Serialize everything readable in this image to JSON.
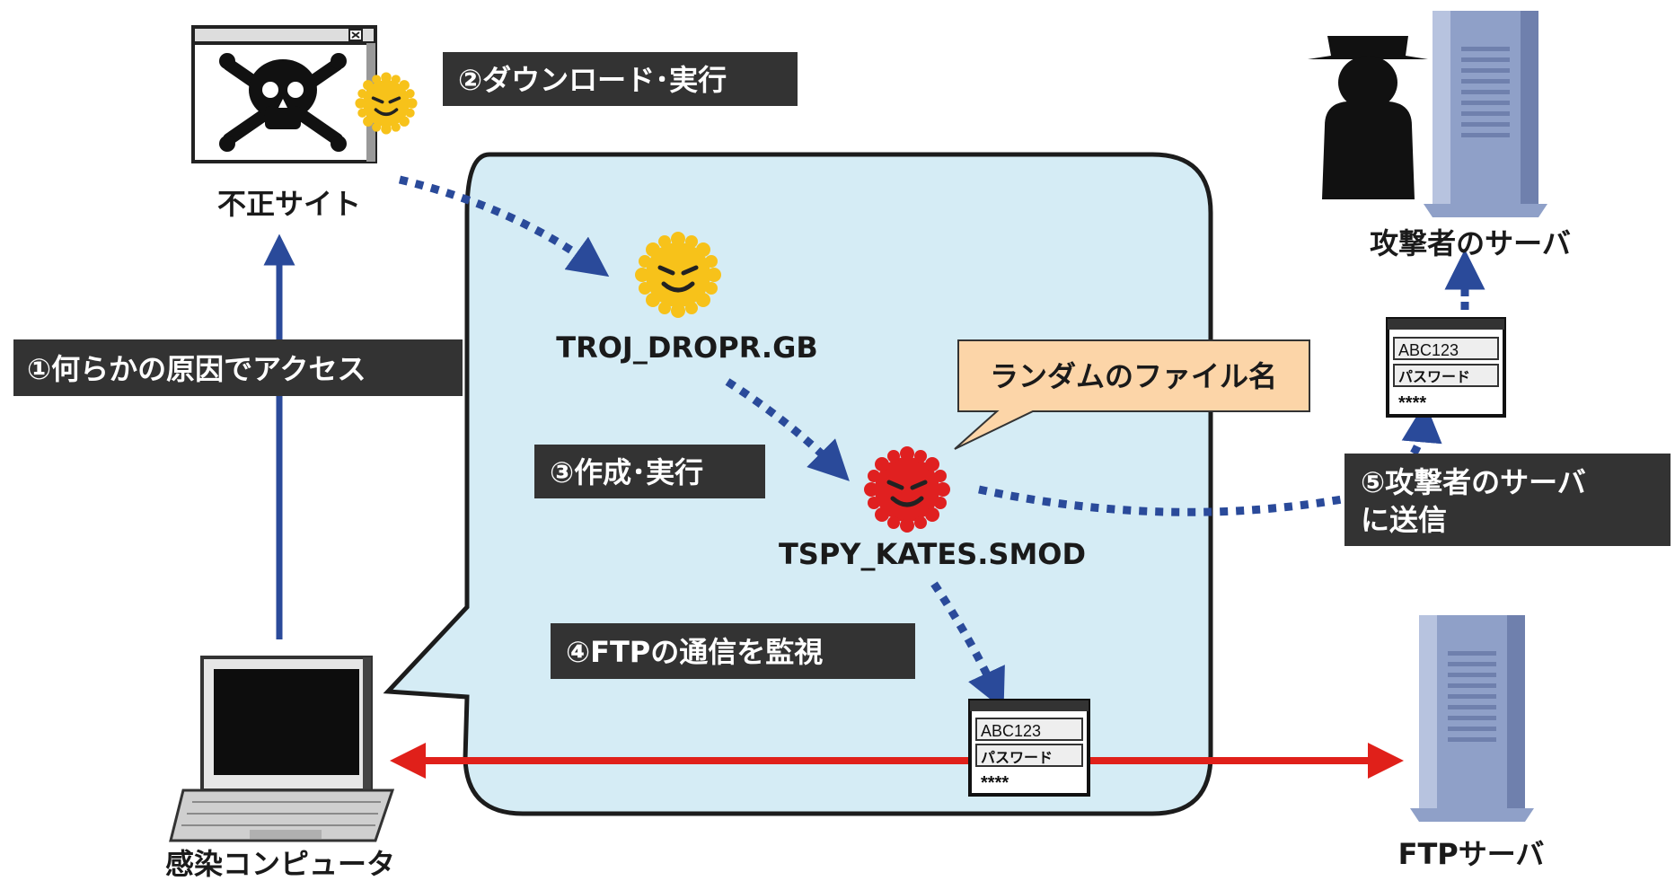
{
  "nodes": {
    "malicious_site": "不正サイト",
    "infected_pc": "感染コンピュータ",
    "attacker_server": "攻撃者のサーバ",
    "ftp_server": "FTPサーバ",
    "dropper": "TROJ_DROPR.GB",
    "spy": "TSPY_KATES.SMOD"
  },
  "steps": {
    "s1": "①何らかの原因でアクセス",
    "s2": "②ダウンロード･実行",
    "s3": "③作成･実行",
    "s4": "④FTPの通信を監視",
    "s5_line1": "⑤攻撃者のサーバ",
    "s5_line2": "に送信"
  },
  "callout": "ランダムのファイル名",
  "credential_card": {
    "id": "ABC123",
    "password_label": "パスワード",
    "masked": "****"
  },
  "colors": {
    "step_box": "#333333",
    "bubble": "#d5ecf5",
    "blue_arrow": "#2a4a9a",
    "red_arrow": "#e0201a",
    "server": "#8fa0c8",
    "callout": "#fcd5a8",
    "virus_yellow": "#f7c21a",
    "virus_red": "#e02020"
  }
}
